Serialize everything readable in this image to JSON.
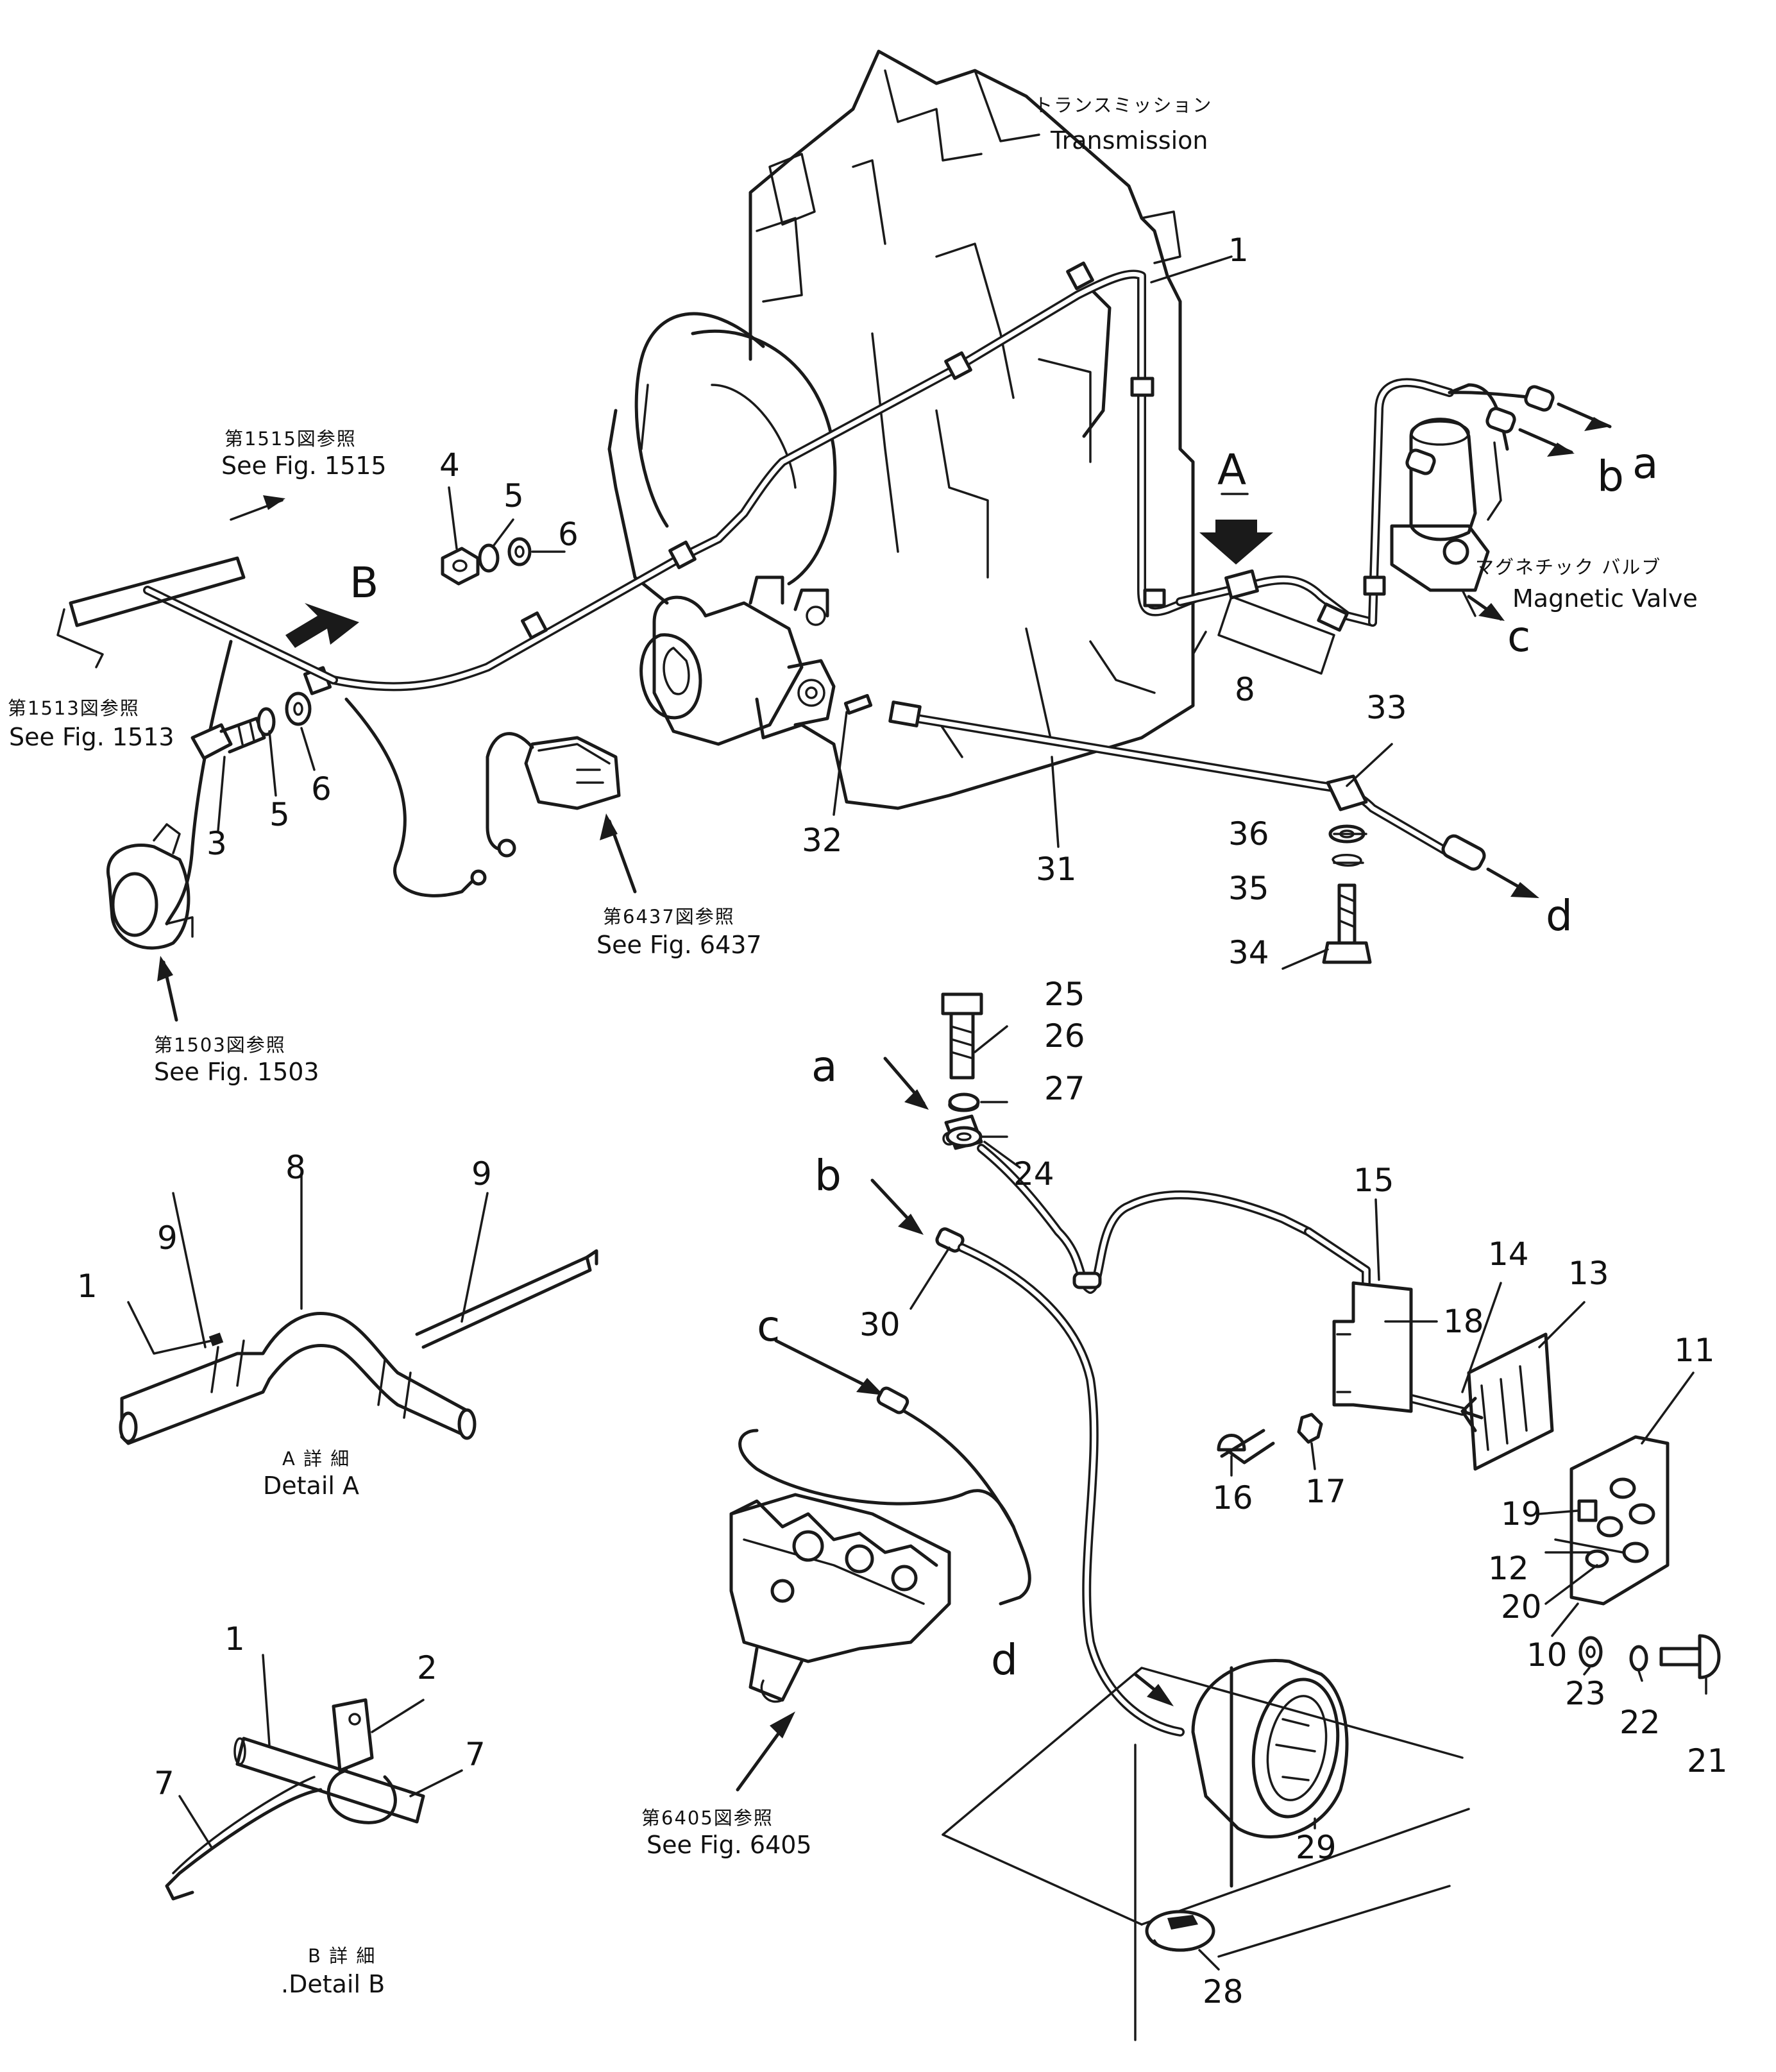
{
  "labels": {
    "transmission_jp": "トランスミッション",
    "transmission_en": "Transmission",
    "magnetic_valve_jp": "マグネチック バルブ",
    "magnetic_valve_en": "Magnetic Valve",
    "see_1515_jp": "第1515図参照",
    "see_1515_en": "See Fig. 1515",
    "see_1513_jp": "第1513図参照",
    "see_1513_en": "See Fig. 1513",
    "see_1503_jp": "第1503図参照",
    "see_1503_en": "See Fig. 1503",
    "see_6437_jp": "第6437図参照",
    "see_6437_en": "See Fig. 6437",
    "see_6405_jp": "第6405図参照",
    "see_6405_en": "See Fig. 6405",
    "detail_a_jp": "A 詳 細",
    "detail_a_en": "Detail A",
    "detail_b_jp": "B 詳 細",
    "detail_b_en": ".Detail B",
    "view_a": "A",
    "view_b": "B",
    "conn_a": "a",
    "conn_b": "b",
    "conn_c": "c",
    "conn_d": "d"
  },
  "parts": {
    "p1": "1",
    "p2": "2",
    "p3": "3",
    "p4": "4",
    "p5": "5",
    "p6": "6",
    "p7": "7",
    "p8": "8",
    "p9": "9",
    "p10": "10",
    "p11": "11",
    "p12": "12",
    "p13": "13",
    "p14": "14",
    "p15": "15",
    "p16": "16",
    "p17": "17",
    "p18": "18",
    "p19": "19",
    "p20": "20",
    "p21": "21",
    "p22": "22",
    "p23": "23",
    "p24": "24",
    "p25": "25",
    "p26": "26",
    "p27": "27",
    "p28": "28",
    "p29": "29",
    "p30": "30",
    "p31": "31",
    "p32": "32",
    "p33": "33",
    "p34": "34",
    "p35": "35",
    "p36": "36"
  }
}
